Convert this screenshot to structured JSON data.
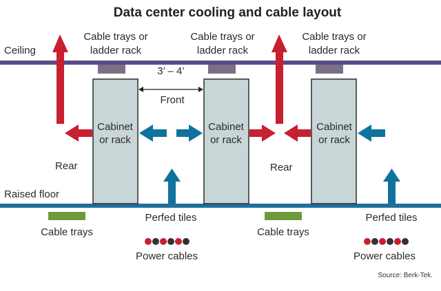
{
  "title": "Data center cooling and cable layout",
  "labels": {
    "ceiling": "Ceiling",
    "raised_floor": "Raised floor",
    "rear_1": "Rear",
    "rear_2": "Rear",
    "front_label": "Front",
    "spacing": "3’ – 4’",
    "source": "Source: Berk-Tek."
  },
  "cable_trays_top": [
    {
      "line1": "Cable trays or",
      "line2": "ladder rack"
    },
    {
      "line1": "Cable trays or",
      "line2": "ladder rack"
    },
    {
      "line1": "Cable trays or",
      "line2": "ladder rack"
    }
  ],
  "cabinets": [
    {
      "line1": "Cabinet",
      "line2": "or rack"
    },
    {
      "line1": "Cabinet",
      "line2": "or rack"
    },
    {
      "line1": "Cabinet",
      "line2": "or rack"
    }
  ],
  "under_floor": {
    "cable_trays_1": "Cable trays",
    "cable_trays_2": "Cable trays",
    "perfed_tiles_1": "Perfed tiles",
    "perfed_tiles_2": "Perfed tiles",
    "power_cables_1": "Power cables",
    "power_cables_2": "Power cables"
  },
  "colors": {
    "ceiling_line": "#5b4a8a",
    "floor_line": "#1e6f9f",
    "hot_air": "#c8202e",
    "cold_air": "#10729e",
    "cabinet_fill": "#c9d6d8",
    "tray_top": "#7a7086",
    "tray_under": "#6f9a3a"
  }
}
